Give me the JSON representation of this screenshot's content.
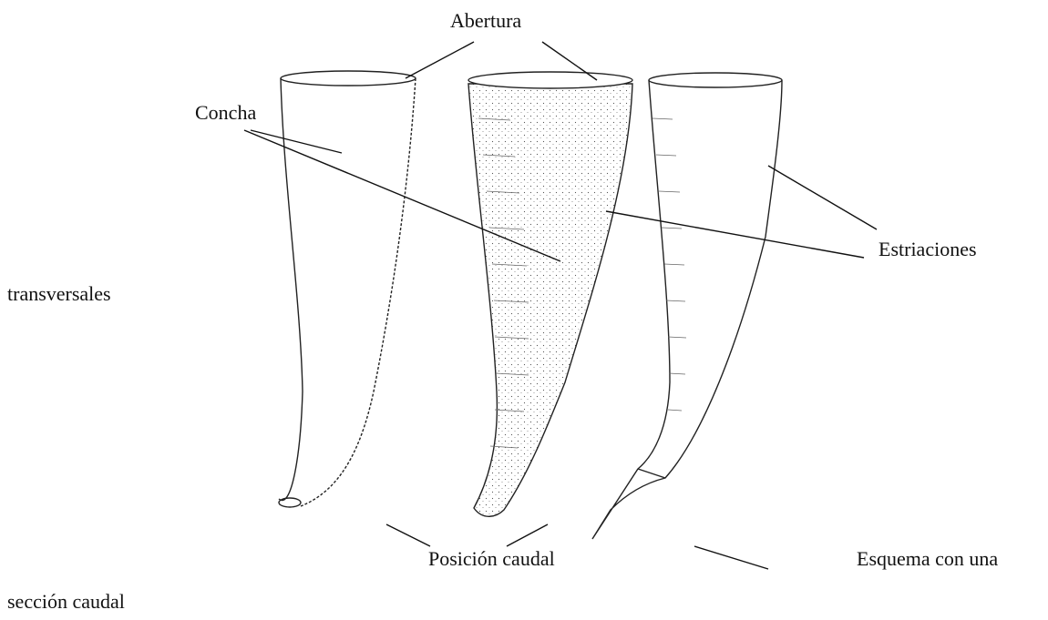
{
  "labels": {
    "abertura": "Abertura",
    "concha": "Concha",
    "estriaciones": "Estriaciones",
    "transversales": "transversales",
    "posicion_caudal": "Posición caudal",
    "esquema": "Esquema con una",
    "seccion": "sección caudal"
  }
}
